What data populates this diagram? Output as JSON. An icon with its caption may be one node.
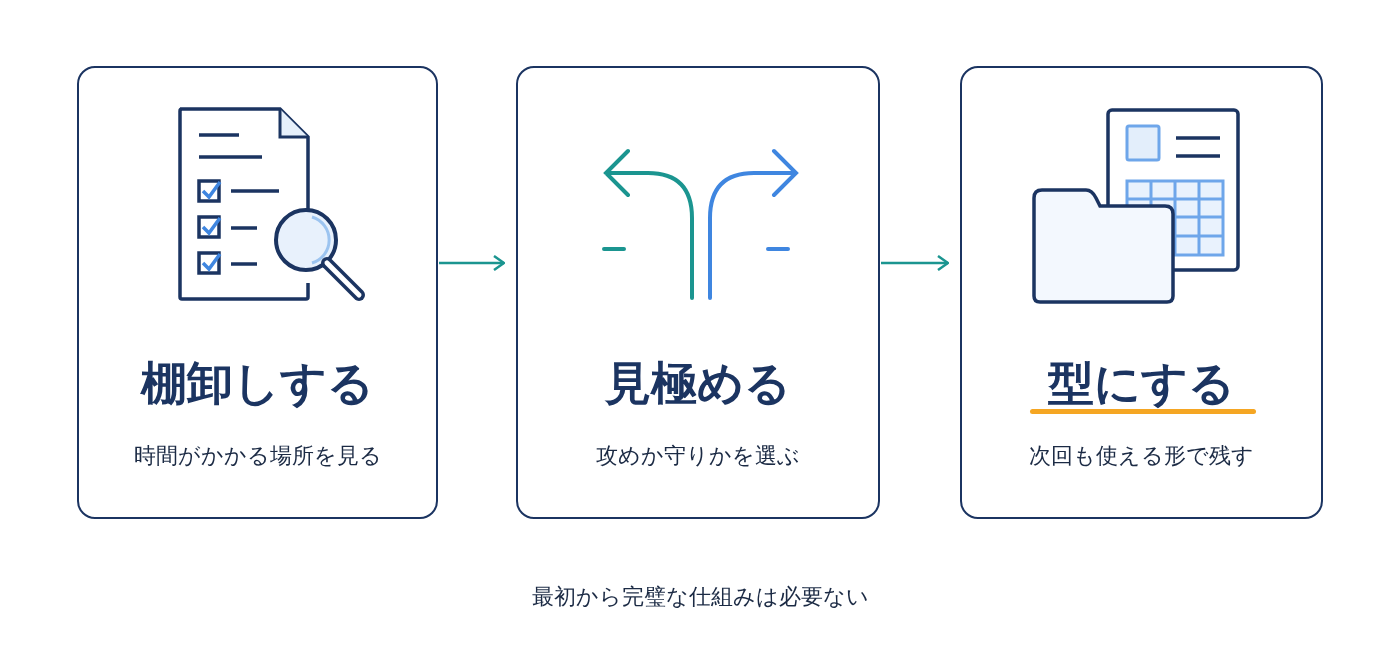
{
  "diagram": {
    "caption": "最初から完璧な仕組みは必要ない",
    "nodes": [
      {
        "text": [
          "棚卸しする",
          "時間がかかる場所を見る"
        ]
      },
      {
        "text": [
          "見極める",
          "攻めか守りかを選ぶ"
        ]
      },
      {
        "text": [
          "型にする",
          "次回も使える形で残す"
        ]
      }
    ],
    "edges": [
      {
        "from": 0,
        "to": 1,
        "arrow": "to"
      },
      {
        "from": 1,
        "to": 2,
        "arrow": "to"
      }
    ]
  }
}
